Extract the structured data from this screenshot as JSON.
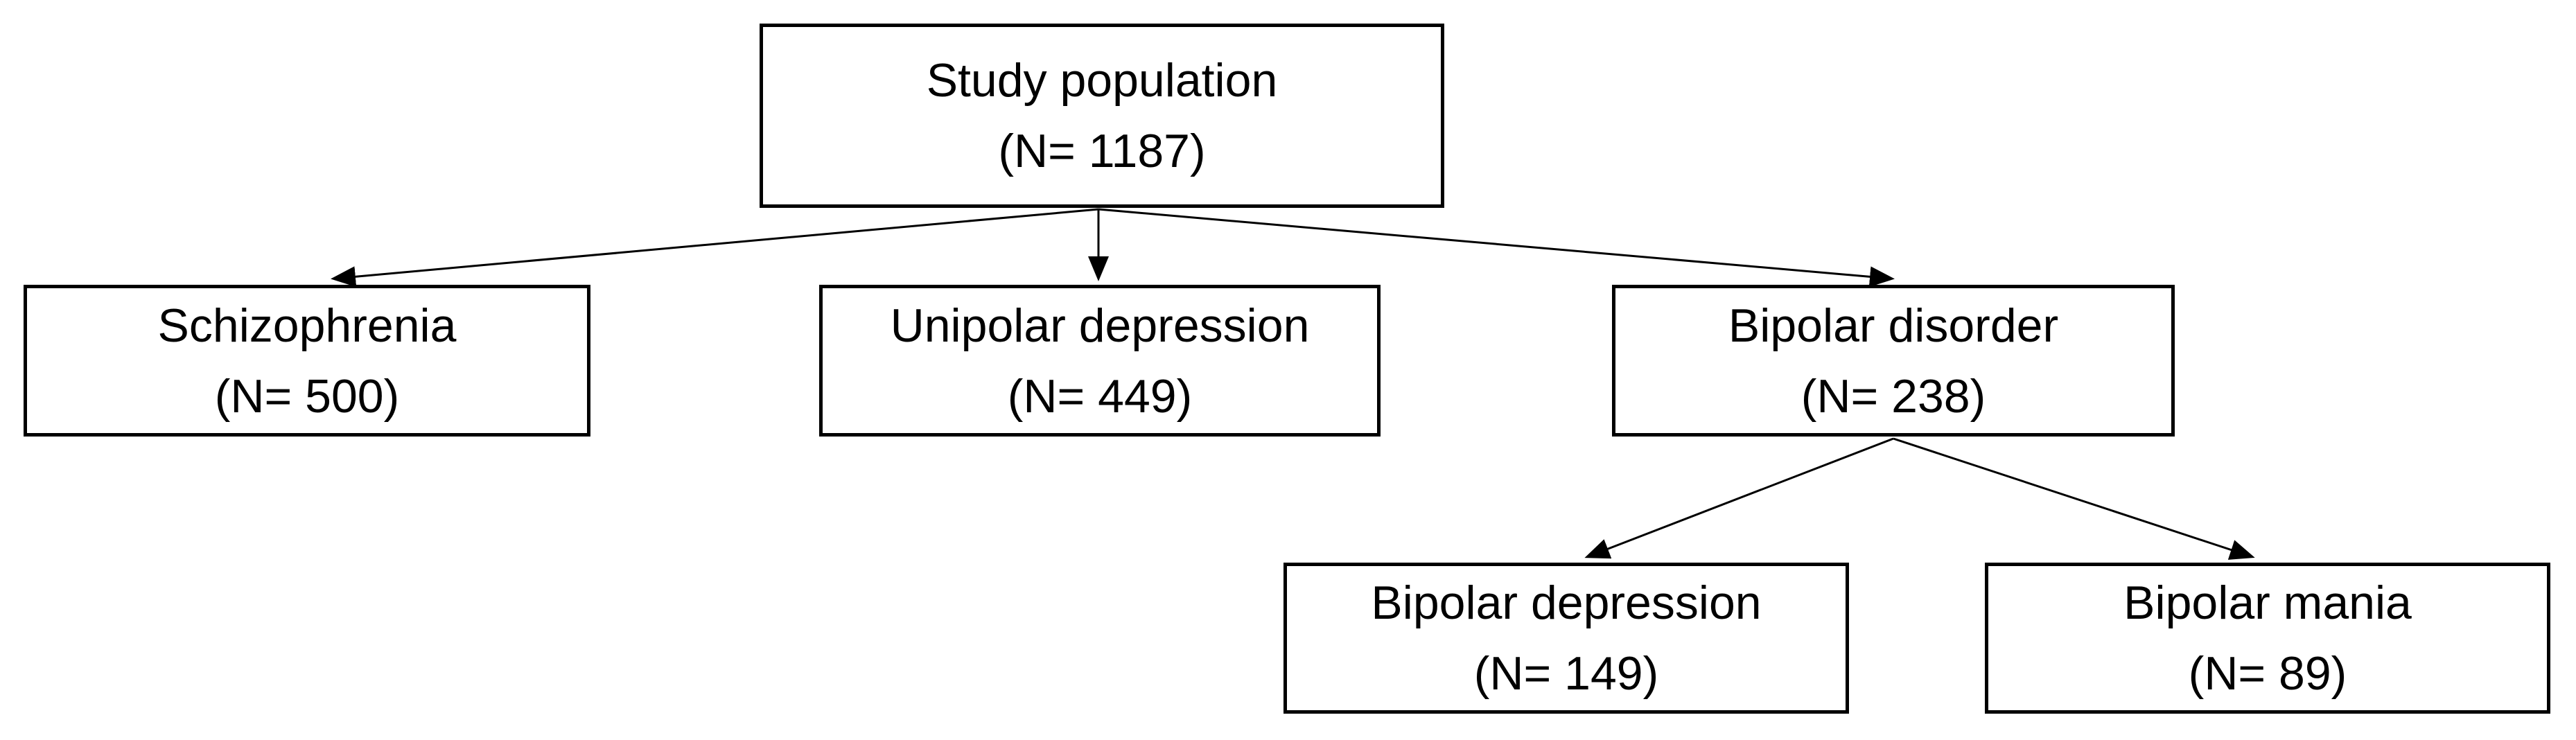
{
  "diagram": {
    "type": "flowchart",
    "colors": {
      "background": "#ffffff",
      "box_border": "#000000",
      "box_fill": "#ffffff",
      "text": "#000000",
      "connector": "#000000"
    },
    "nodes": {
      "study_population": {
        "label": "Study population",
        "n": "(N= 1187)"
      },
      "schizophrenia": {
        "label": "Schizophrenia",
        "n": "(N= 500)"
      },
      "unipolar_depression": {
        "label": "Unipolar depression",
        "n": "(N= 449)"
      },
      "bipolar_disorder": {
        "label": "Bipolar disorder",
        "n": "(N= 238)"
      },
      "bipolar_depression": {
        "label": "Bipolar depression",
        "n": "(N= 149)"
      },
      "bipolar_mania": {
        "label": "Bipolar mania",
        "n": "(N= 89)"
      }
    },
    "edges": [
      {
        "from": "Study population",
        "to": "Schizophrenia"
      },
      {
        "from": "Study population",
        "to": "Unipolar depression"
      },
      {
        "from": "Study population",
        "to": "Bipolar disorder"
      },
      {
        "from": "Bipolar disorder",
        "to": "Bipolar depression"
      },
      {
        "from": "Bipolar disorder",
        "to": "Bipolar mania"
      }
    ]
  }
}
